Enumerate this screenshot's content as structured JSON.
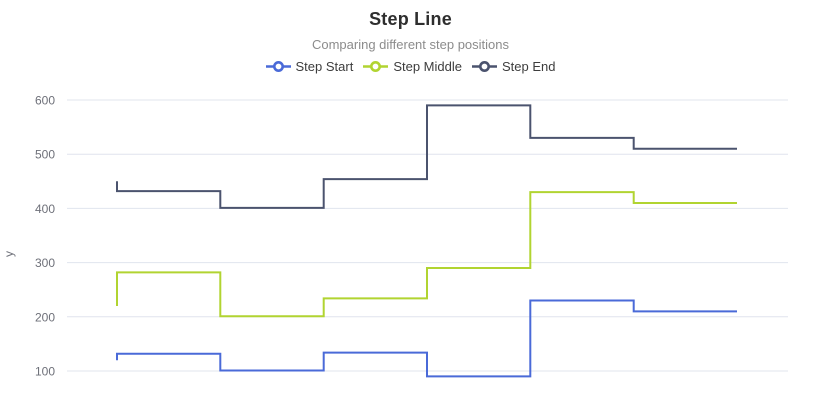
{
  "header": {
    "title": "Step Line",
    "subtitle": "Comparing different step positions"
  },
  "chart_data": {
    "type": "line",
    "line_style": "step",
    "title": "Step Line",
    "subtitle": "Comparing different step positions",
    "xlabel": "",
    "ylabel": "y",
    "x_labels_visible": false,
    "num_points": 7,
    "ylim": [
      100,
      600
    ],
    "y_ticks": [
      100,
      200,
      300,
      400,
      500,
      600
    ],
    "grid": true,
    "legend_position": "top",
    "legend": [
      "Step Start",
      "Step Middle",
      "Step End"
    ],
    "series": [
      {
        "name": "Step Start",
        "step": "start",
        "color": "#4A6AD8",
        "values": [
          120,
          132,
          101,
          134,
          90,
          230,
          210
        ]
      },
      {
        "name": "Step Middle",
        "step": "middle",
        "color": "#B1D431",
        "values": [
          220,
          282,
          201,
          234,
          290,
          430,
          410
        ]
      },
      {
        "name": "Step End",
        "step": "end",
        "color": "#4B536E",
        "values": [
          450,
          432,
          401,
          454,
          590,
          530,
          510
        ]
      }
    ],
    "colors": {
      "grid_line": "#E0E4EE",
      "axis_tick_text": "#6E7079",
      "axis_name_text": "#6E7079",
      "title_text": "#2E2E2E",
      "subtitle_text": "#8C8C8C",
      "legend_text": "#3D3D3D"
    }
  }
}
